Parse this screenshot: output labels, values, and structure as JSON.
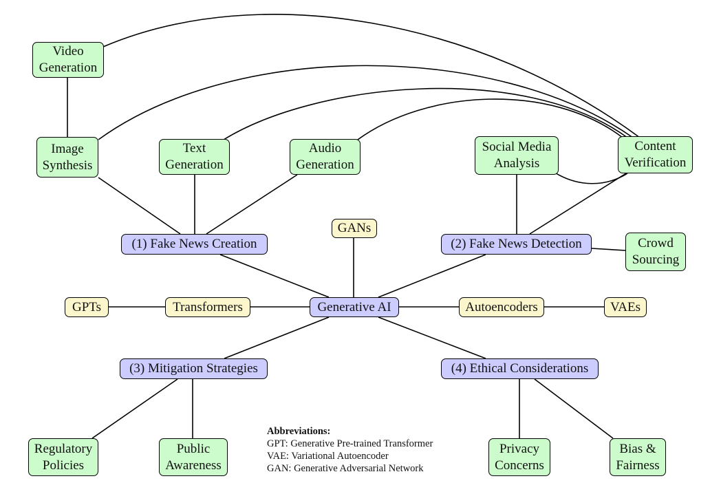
{
  "nodes": {
    "video_generation": "Video\nGeneration",
    "image_synthesis": "Image\nSynthesis",
    "text_generation": "Text\nGeneration",
    "audio_generation": "Audio\nGeneration",
    "social_media_analysis": "Social Media\nAnalysis",
    "content_verification": "Content\nVerification",
    "fake_news_creation": "(1) Fake News Creation",
    "gans": "GANs",
    "fake_news_detection": "(2) Fake News Detection",
    "crowd_sourcing": "Crowd\nSourcing",
    "gpts": "GPTs",
    "transformers": "Transformers",
    "generative_ai": "Generative AI",
    "autoencoders": "Autoencoders",
    "vaes": "VAEs",
    "mitigation_strategies": "(3) Mitigation Strategies",
    "ethical_considerations": "(4) Ethical Considerations",
    "regulatory_policies": "Regulatory\nPolicies",
    "public_awareness": "Public\nAwareness",
    "privacy_concerns": "Privacy\nConcerns",
    "bias_fairness": "Bias &\nFairness"
  },
  "abbreviations": {
    "title": "Abbreviations:",
    "items": [
      "GPT: Generative Pre-trained Transformer",
      "VAE: Variational Autoencoder",
      "GAN: Generative Adversarial Network"
    ]
  },
  "colors": {
    "topic_fill": "#ccfccb",
    "category_fill": "#ccccff",
    "model_fill": "#fcf6cc"
  }
}
